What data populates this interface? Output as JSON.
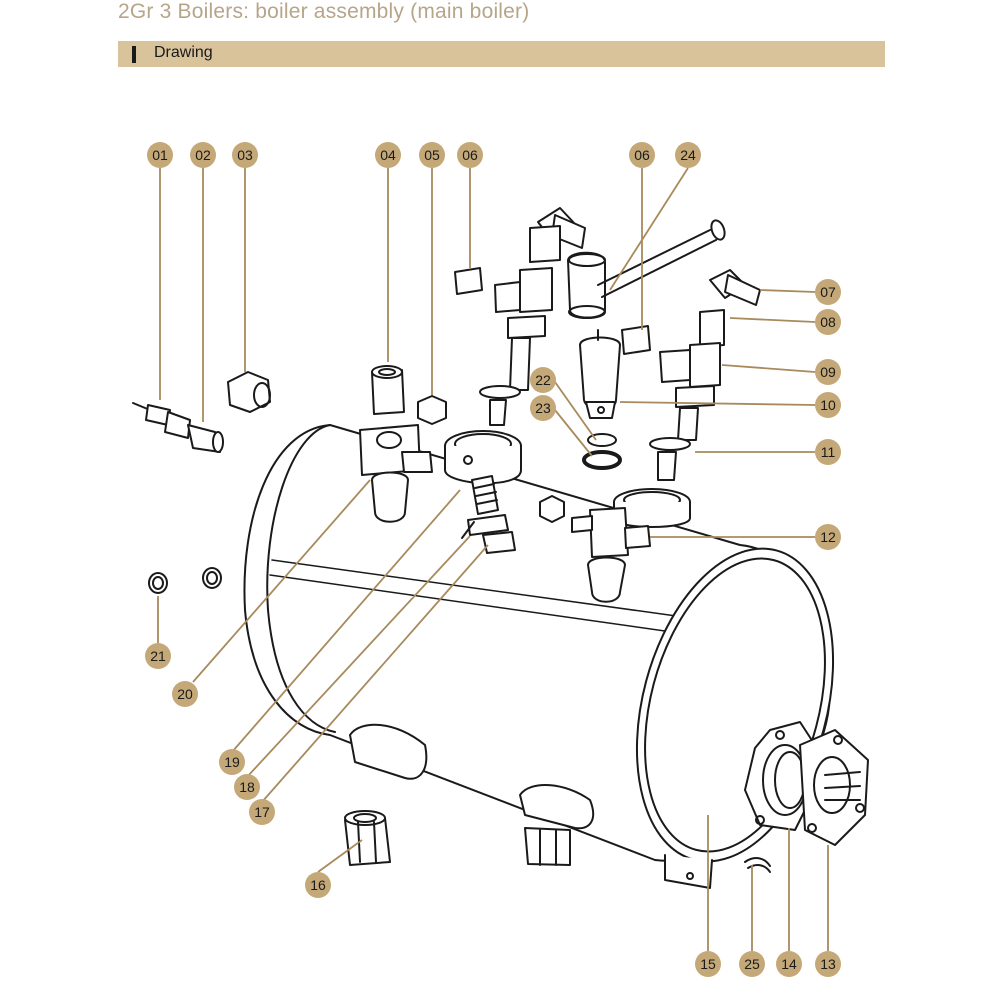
{
  "header": {
    "title": "2Gr 3 Boilers: boiler assembly (main boiler)",
    "section_label": "Drawing"
  },
  "colors": {
    "title": "#b7a58a",
    "section_bar": "#d9c39a",
    "callout_fill": "#c4a878",
    "leader": "#a88a5c",
    "line_art": "#1a1a1a"
  },
  "callouts": [
    {
      "id": "c01",
      "label": "01"
    },
    {
      "id": "c02",
      "label": "02"
    },
    {
      "id": "c03",
      "label": "03"
    },
    {
      "id": "c04",
      "label": "04"
    },
    {
      "id": "c05",
      "label": "05"
    },
    {
      "id": "c06a",
      "label": "06"
    },
    {
      "id": "c06b",
      "label": "06"
    },
    {
      "id": "c24",
      "label": "24"
    },
    {
      "id": "c07",
      "label": "07"
    },
    {
      "id": "c08",
      "label": "08"
    },
    {
      "id": "c09",
      "label": "09"
    },
    {
      "id": "c10",
      "label": "10"
    },
    {
      "id": "c11",
      "label": "11"
    },
    {
      "id": "c12",
      "label": "12"
    },
    {
      "id": "c22",
      "label": "22"
    },
    {
      "id": "c23",
      "label": "23"
    },
    {
      "id": "c21",
      "label": "21"
    },
    {
      "id": "c20",
      "label": "20"
    },
    {
      "id": "c19",
      "label": "19"
    },
    {
      "id": "c18",
      "label": "18"
    },
    {
      "id": "c17",
      "label": "17"
    },
    {
      "id": "c16",
      "label": "16"
    },
    {
      "id": "c15",
      "label": "15"
    },
    {
      "id": "c25",
      "label": "25"
    },
    {
      "id": "c14",
      "label": "14"
    },
    {
      "id": "c13",
      "label": "13"
    }
  ]
}
